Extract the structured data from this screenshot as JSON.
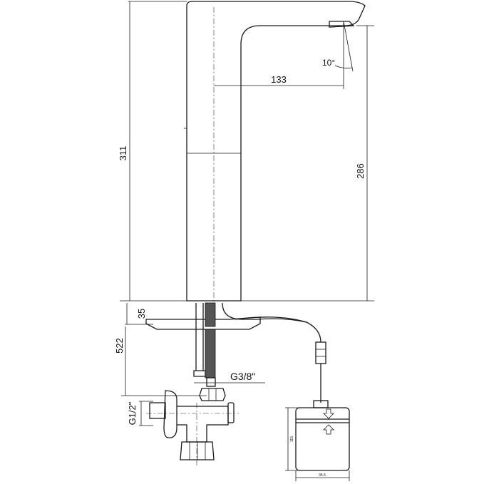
{
  "drawing": {
    "dimensions": {
      "total_height": "311",
      "spout_height": "286",
      "spout_reach": "133",
      "spout_angle": "10°",
      "base_thickness": "35",
      "hose_length": "522",
      "hose_thread": "G3/8\"",
      "valve_thread": "G1/2\"",
      "box_height": "115",
      "box_width": "35.5"
    },
    "colors": {
      "line": "#1a1a1a",
      "background": "#ffffff"
    }
  }
}
